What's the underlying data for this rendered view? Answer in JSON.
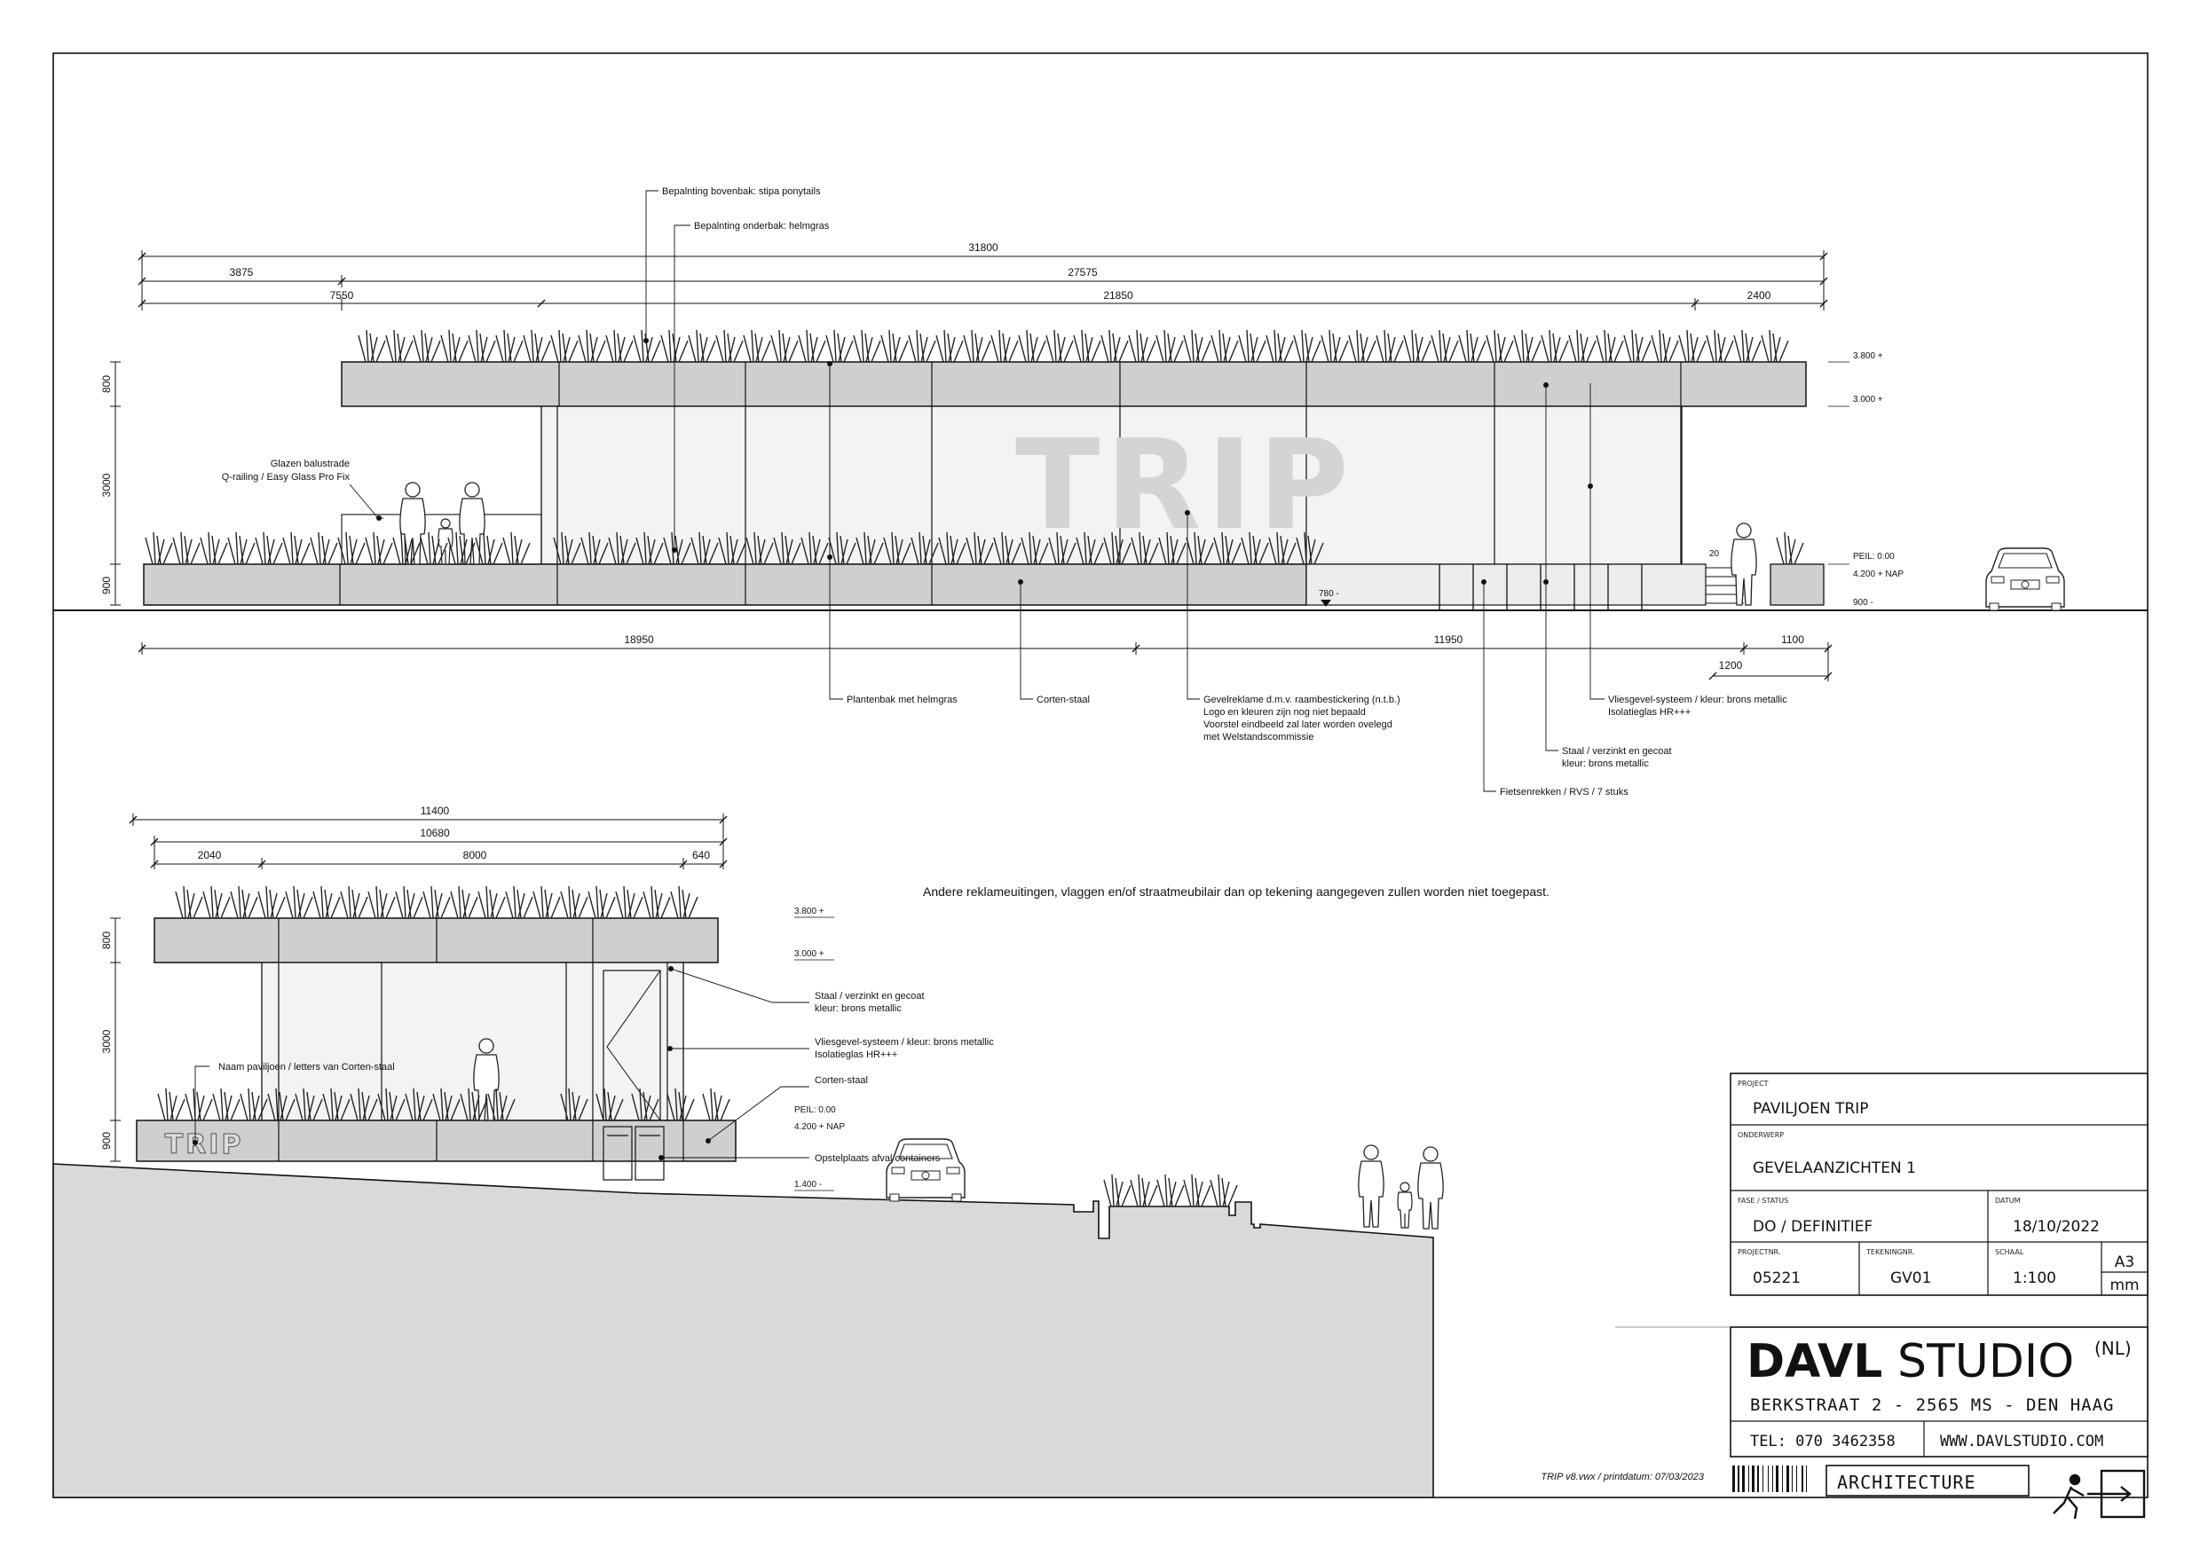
{
  "top_elevation": {
    "dims_top": [
      "31800",
      "3875",
      "27575",
      "7550",
      "21850",
      "2400"
    ],
    "dims_bottom": [
      "18950",
      "11950",
      "1100",
      "1200"
    ],
    "dims_left": [
      "800",
      "3000",
      "900"
    ],
    "levels": [
      "3.800 +",
      "3.000 +",
      "PEIL: 0.00",
      "4.200 + NAP",
      "900 -"
    ],
    "small_marks": [
      "20",
      "780 -"
    ],
    "facade_text": "TRIP",
    "labels": {
      "bovenbak": "Bepalnting bovenbak: stipa ponytails",
      "onderbak": "Bepalnting onderbak: helmgras",
      "balustrade_1": "Glazen balustrade",
      "balustrade_2": "Q-railing / Easy Glass Pro Fix",
      "plantenbak": "Plantenbak met helmgras",
      "corten": "Corten-staal",
      "reclame_1": "Gevelreklame d.m.v. raambestickering (n.t.b.)",
      "reclame_2": "Logo en kleuren zijn nog niet bepaald",
      "reclame_3": "Voorstel eindbeeld zal later worden ovelegd",
      "reclame_4": "met Welstandscommissie",
      "vlies_1": "Vliesgevel-systeem / kleur: brons metallic",
      "vlies_2": "Isolatieglas HR+++",
      "staal_1": "Staal / verzinkt en gecoat",
      "staal_2": "kleur: brons metallic",
      "fiets": "Fietsenrekken / RVS / 7 stuks"
    }
  },
  "note": "Andere reklameuitingen, vlaggen en/of straatmeubilair dan op tekening aangegeven zullen worden niet toegepast.",
  "side_elevation": {
    "dims_top": [
      "11400",
      "10680",
      "2040",
      "8000",
      "640"
    ],
    "dims_left": [
      "800",
      "3000",
      "900"
    ],
    "levels": [
      "3.800 +",
      "3.000 +",
      "PEIL: 0.00",
      "4.200 + NAP",
      "1.400 -"
    ],
    "planter_text": "TRIP",
    "labels": {
      "naam": "Naam paviljoen /  letters van Corten-staal",
      "staal_1": "Staal / verzinkt en gecoat",
      "staal_2": "kleur: brons metallic",
      "vlies_1": "Vliesgevel-systeem / kleur: brons metallic",
      "vlies_2": "Isolatieglas HR+++",
      "corten": "Corten-staal",
      "afval": "Opstelplaats afval containers"
    }
  },
  "title_block": {
    "project_label": "PROJECT",
    "project": "PAVILJOEN TRIP",
    "subject_label": "ONDERWERP",
    "subject": "GEVELAANZICHTEN 1",
    "phase_label": "FASE / STATUS",
    "phase": "DO / DEFINITIEF",
    "date_label": "DATUM",
    "date": "18/10/2022",
    "projnr_label": "PROJECTNR.",
    "projnr": "05221",
    "drawnr_label": "TEKENINGNR.",
    "drawnr": "GV01",
    "scale_label": "SCHAAL",
    "scale": "1:100",
    "format": "A3",
    "unit": "mm"
  },
  "studio": {
    "name_bold": "DAVL",
    "name_rest": "STUDIO",
    "suffix": "(NL)",
    "address": "BERKSTRAAT 2 - 2565 MS - DEN HAAG",
    "tel": "TEL: 070 3462358",
    "web": "WWW.DAVLSTUDIO.COM",
    "tagline": "ARCHITECTURE"
  },
  "file_info": "TRIP v8.vwx  /  printdatum:  07/03/2023",
  "colors": {
    "panel": "#cfcfcf",
    "glass": "#f3f3f3",
    "ground": "#d9d9d9",
    "watermark": "#d4d4d4"
  }
}
